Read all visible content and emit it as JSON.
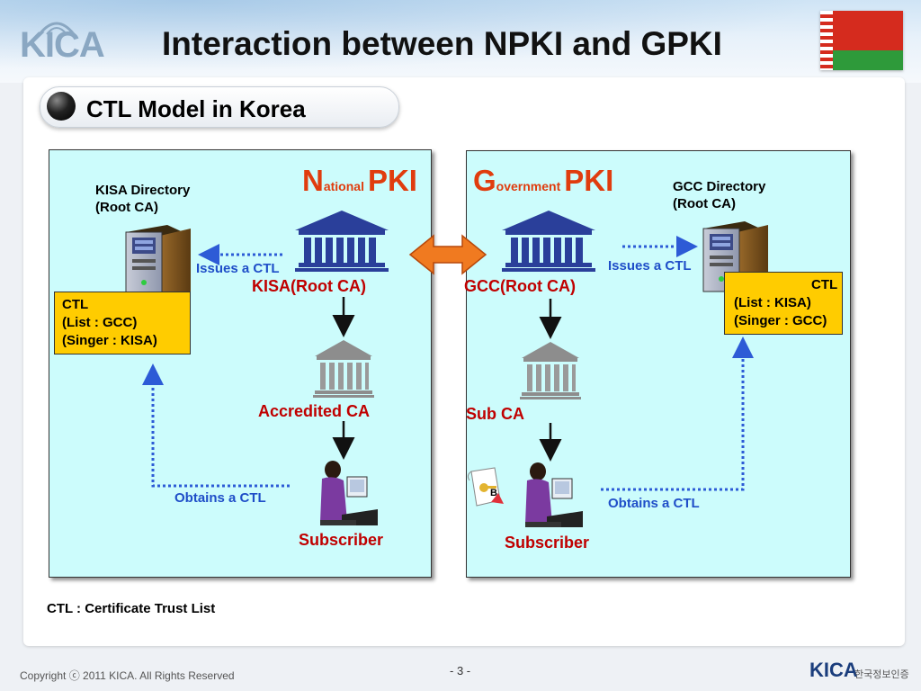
{
  "header": {
    "logo": "KICA",
    "title": "Interaction between NPKI and GPKI"
  },
  "section": {
    "title": "CTL Model in Korea"
  },
  "national": {
    "head_big": "N",
    "head_small": "ational",
    "head_pki": "PKI",
    "directory": [
      "KISA Directory",
      "(Root CA)"
    ],
    "issues": "Issues a CTL",
    "root": "KISA(Root CA)",
    "ctl": [
      "CTL",
      "(List : GCC)",
      "(Singer : KISA)"
    ],
    "mid_ca": "Accredited CA",
    "obtains": "Obtains a CTL",
    "subscriber": "Subscriber"
  },
  "government": {
    "head_big": "G",
    "head_small": "overnment",
    "head_pki": "PKI",
    "directory": [
      "GCC Directory",
      "(Root CA)"
    ],
    "issues": "Issues a CTL",
    "root": "GCC(Root CA)",
    "ctl": [
      "CTL",
      "(List : KISA)",
      "(Singer : GCC)"
    ],
    "mid_ca": "Sub CA",
    "obtains": "Obtains a CTL",
    "subscriber": "Subscriber",
    "cert_badge": "B"
  },
  "legend": "CTL : Certificate Trust List",
  "footer": {
    "copyright": "Copyright ⓒ 2011 KICA. All Rights Reserved",
    "page": "- 3 -",
    "logo": "KICA",
    "logo_korean": "한국정보인증"
  },
  "colors": {
    "panel_bg": "#ccfcfc",
    "ctl_box": "#ffcc00",
    "head_orange": "#e03c0e",
    "label_red": "#c00000",
    "label_blue": "#1f4ec8",
    "dotted_arrow": "#2d5bd6",
    "building_navy": "#2a3f9a",
    "exchange_arrow": "#f07a20"
  }
}
